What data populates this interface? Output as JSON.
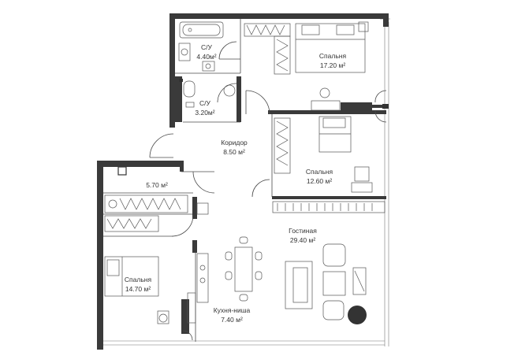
{
  "rooms": [
    {
      "id": "bath1",
      "name": "С/У",
      "area": "4.40м²"
    },
    {
      "id": "bath2",
      "name": "С/У",
      "area": "3.20м²"
    },
    {
      "id": "bedroom1",
      "name": "Спальня",
      "area": "17.20 м²"
    },
    {
      "id": "corridor",
      "name": "Коридор",
      "area": "8.50 м²"
    },
    {
      "id": "bedroom2",
      "name": "Спальня",
      "area": "12.60 м²"
    },
    {
      "id": "closet",
      "name": "",
      "area": "5.70 м²"
    },
    {
      "id": "living",
      "name": "Гостиная",
      "area": "29.40 м²"
    },
    {
      "id": "bedroom3",
      "name": "Спальня",
      "area": "14.70 м²"
    },
    {
      "id": "kitchen",
      "name": "Кухня-ниша",
      "area": "7.40 м²"
    }
  ],
  "colors": {
    "wall": "#3a3a3a",
    "line": "#4a4a4a",
    "column": "#2e2e2e"
  }
}
